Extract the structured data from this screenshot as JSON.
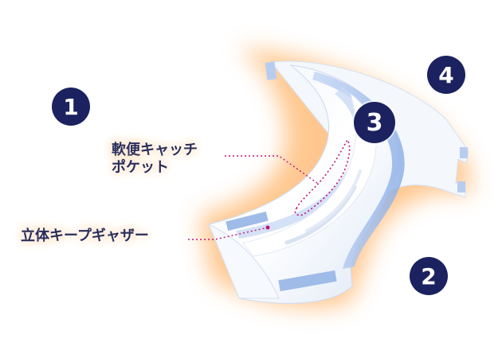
{
  "badges": {
    "b1": "1",
    "b2": "2",
    "b3": "3",
    "b4": "4"
  },
  "labels": {
    "catch_pocket_line1": "軟便キャッチ",
    "catch_pocket_line2": "ポケット",
    "standing_gathers": "立体キープギャザー"
  },
  "colors": {
    "badge": "#1c2260",
    "label_text": "#2b2d5a",
    "leader_line": "#c0147a",
    "glow": "#ffb56b",
    "diaper_blue": "#a9c4ee"
  }
}
